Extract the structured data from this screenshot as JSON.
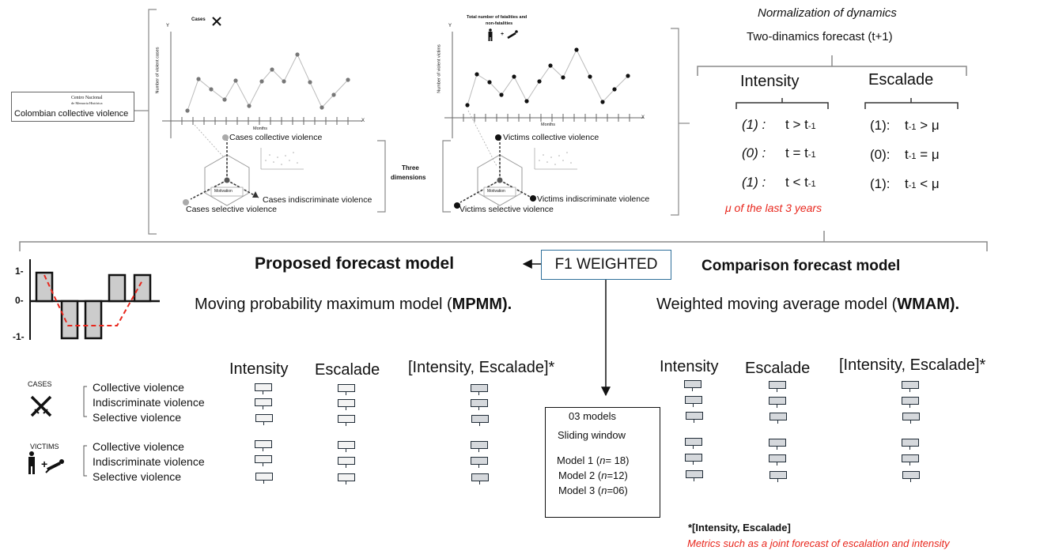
{
  "source": {
    "label": "Colombian collective violence",
    "logo_text_1": "Centro Nacional",
    "logo_text_2": "de Memoria Histórica",
    "database_icon": "database-icon"
  },
  "chart_cases": {
    "title": "Cases",
    "icon": "crossed-swords-icon",
    "xlabel": "Months",
    "ylabel": "Number of violent cases",
    "y_axis": "Y",
    "x_axis": "X"
  },
  "chart_victims": {
    "title_1": "Total number of fatalities and",
    "title_2": "non-fatalities",
    "plus": "+",
    "icon": "person-and-fallen-person-icon",
    "xlabel": "Months",
    "ylabel": "Number of violent victims",
    "y_axis": "Y",
    "x_axis": "X"
  },
  "cube_cases": {
    "center": "Motivation",
    "top": "Cases collective violence",
    "right": "Cases indiscriminate violence",
    "left": "Cases selective violence"
  },
  "cube_victims": {
    "center": "Motivation",
    "top": "Victims collective violence",
    "right": "Victims indiscriminate violence",
    "left": "Victims selective violence"
  },
  "three_dimensions_1": "Three",
  "three_dimensions_2": "dimensions",
  "normalization": {
    "title": "Normalization of dynamics",
    "subtitle": "Two-dinamics forecast (t+1)",
    "intensity_header": "Intensity",
    "escalade_header": "Escalade",
    "intensity_rows": [
      {
        "code": "(1) :",
        "expr": "t > t",
        "sub": "-1"
      },
      {
        "code": "(0) :",
        "expr": "t = t",
        "sub": "-1"
      },
      {
        "code": "(1) :",
        "expr": "t < t",
        "sub": "-1"
      }
    ],
    "escalade_rows": [
      {
        "code": "(1):",
        "expr_pre": "t",
        "sub": "-1",
        "expr_post": " > μ"
      },
      {
        "code": "(0):",
        "expr_pre": "t",
        "sub": "-1",
        "expr_post": " = μ"
      },
      {
        "code": "(1):",
        "expr_pre": "t",
        "sub": "-1",
        "expr_post": " < μ"
      }
    ],
    "mu_note": "μ of the last 3 years"
  },
  "step_chart": {
    "y_ticks": [
      "1-",
      "0-",
      "-1-"
    ]
  },
  "proposed": {
    "title": "Proposed forecast model",
    "subtitle_pre": "Moving probability maximum model (",
    "subtitle_bold": "MPMM).",
    "col_intensity": "Intensity",
    "col_escalade": "Escalade",
    "col_joint": "[Intensity, Escalade]*"
  },
  "f1": {
    "label": "F1 WEIGHTED"
  },
  "comparison": {
    "title": "Comparison forecast model",
    "subtitle_pre": "Weighted moving average model (",
    "subtitle_bold": "WMAM).",
    "col_intensity": "Intensity",
    "col_escalade": "Escalade",
    "col_joint": "[Intensity, Escalade]*"
  },
  "groups": {
    "cases_label": "CASES",
    "victims_label": "VICTIMS",
    "plus": "+",
    "rows": [
      "Collective violence",
      "Indiscriminate violence",
      "Selective violence"
    ]
  },
  "models_box": {
    "title": "03 models",
    "subtitle": "Sliding window",
    "models": [
      {
        "name": "Model 1",
        "n": "n",
        "value": "= 18)"
      },
      {
        "name": "Model 2",
        "n": "n",
        "value": "=12)"
      },
      {
        "name": "Model 3",
        "n": "n",
        "value": "=06)"
      }
    ]
  },
  "footnote": {
    "title": "*[Intensity, Escalade]",
    "text": "Metrics such as a joint forecast of escalation and intensity"
  },
  "colors": {
    "accent_red": "#e8261c",
    "f1_border": "#2e6f9a",
    "bracket_grey": "#8a8a8a"
  }
}
